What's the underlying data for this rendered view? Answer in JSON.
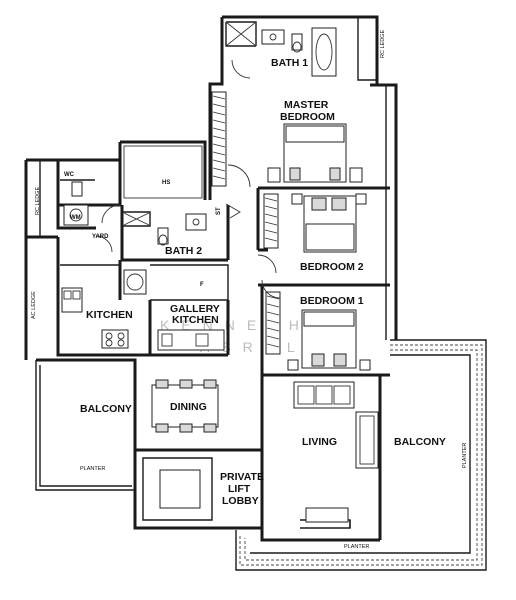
{
  "rooms": {
    "bath1": "BATH 1",
    "master_line1": "MASTER",
    "master_line2": "BEDROOM",
    "bedroom2": "BEDROOM 2",
    "bedroom1": "BEDROOM 1",
    "hs": "HS",
    "bath2": "BATH 2",
    "yard": "YARD",
    "wc": "WC",
    "wm": "WM",
    "st": "ST",
    "f": "F",
    "kitchen": "KITCHEN",
    "gallery_line1": "GALLERY",
    "gallery_line2": "KITCHEN",
    "dining": "DINING",
    "living": "LIVING",
    "balcony_left": "BALCONY",
    "balcony_right": "BALCONY",
    "lift_line1": "PRIVATE",
    "lift_line2": "LIFT",
    "lift_line3": "LOBBY"
  },
  "labels": {
    "rc_ledge_top": "RC LEDGE",
    "rc_ledge_left": "RC LEDGE",
    "ac_ledge": "AC LEDGE",
    "planter_left": "PLANTER",
    "planter_right": "PLANTER",
    "planter_bottom": "PLANTER"
  },
  "watermark": {
    "line1": "KENNETH",
    "line2": "ASRUL"
  }
}
